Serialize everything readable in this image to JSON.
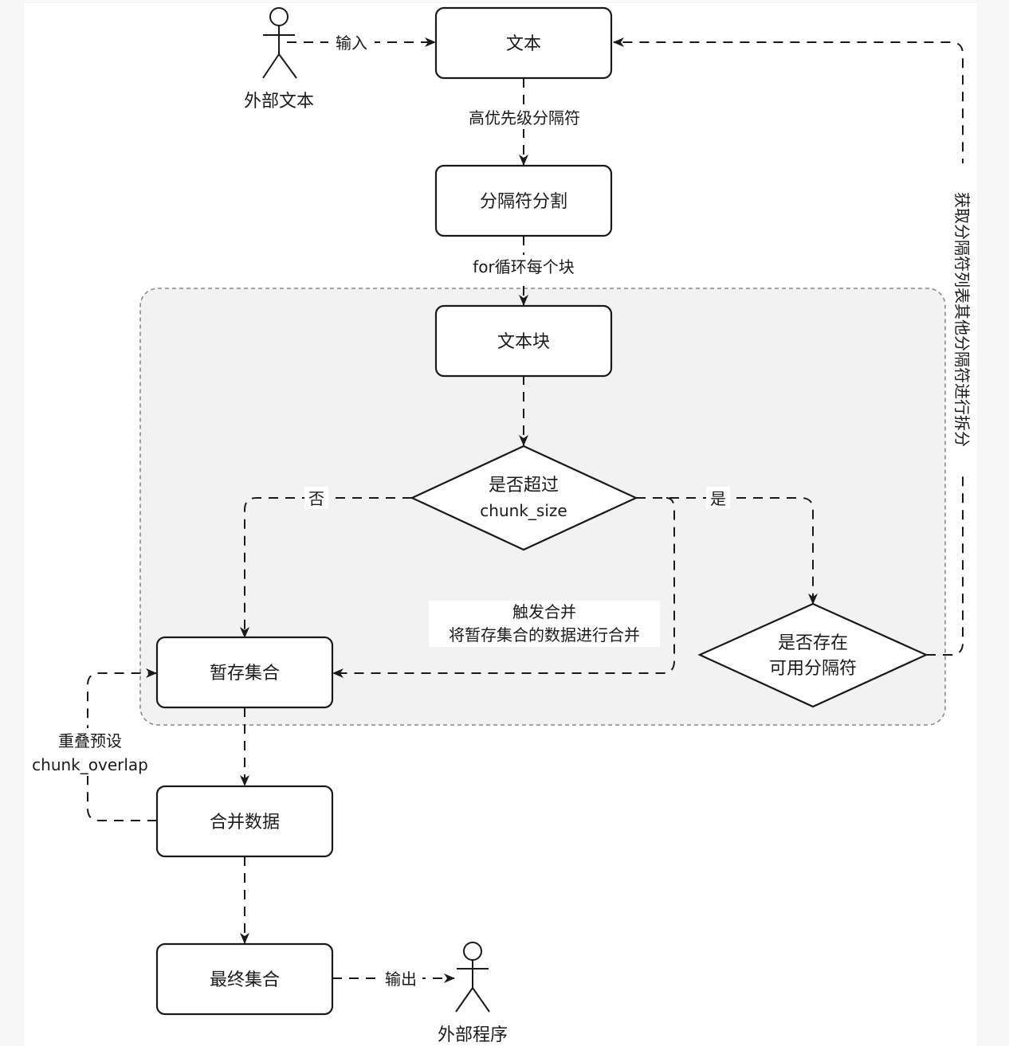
{
  "actors": {
    "input_actor": "外部文本",
    "output_actor": "外部程序"
  },
  "nodes": {
    "text": "文本",
    "separator_split": "分隔符分割",
    "text_chunk": "文本块",
    "exceed_line1": "是否超过",
    "exceed_line2": "chunk_size",
    "has_sep_line1": "是否存在",
    "has_sep_line2": "可用分隔符",
    "temp_set": "暂存集合",
    "merge_data": "合并数据",
    "final_set": "最终集合"
  },
  "edges": {
    "input": "输入",
    "high_priority_sep": "高优先级分隔符",
    "for_each_chunk": "for循环每个块",
    "no": "否",
    "yes": "是",
    "merge_trigger_line1": "触发合并",
    "merge_trigger_line2": "将暂存集合的数据进行合并",
    "overlap_line1": "重叠预设",
    "overlap_line2": "chunk_overlap",
    "output": "输出",
    "retry_other_sep": "获取分隔符列表其他分隔符进行拆分"
  }
}
